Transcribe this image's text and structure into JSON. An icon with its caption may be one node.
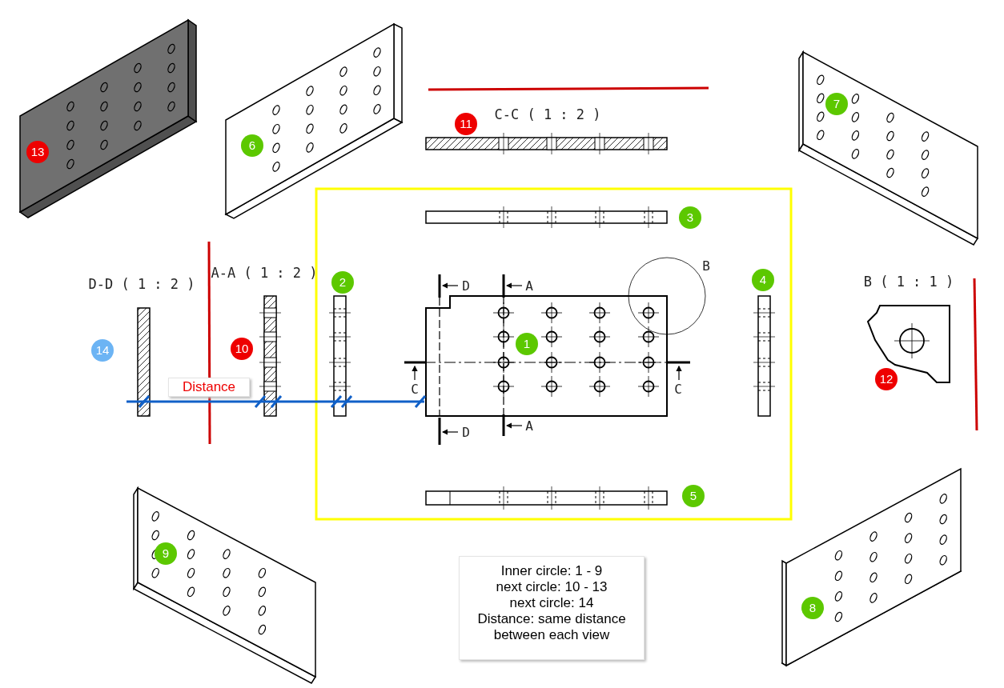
{
  "diagram": {
    "nodes": [
      {
        "text": [
          "Distance"
        ]
      },
      {
        "text": [
          "Inner circle: 1 - 9",
          "next circle: 10 - 13",
          "next circle: 14",
          "Distance: same distance between each view"
        ]
      }
    ],
    "labels": [
      "13",
      "6",
      "C-C ( 1 : 2 )",
      "11",
      "7",
      "3",
      "D-D ( 1 : 2 )",
      "A-A ( 1 : 2 )",
      "2",
      "D",
      "A",
      "B",
      "4",
      "B ( 1 : 1 )",
      "14",
      "10",
      "1",
      "C",
      "C",
      "12",
      "D",
      "A",
      "5",
      "9",
      "8"
    ]
  }
}
